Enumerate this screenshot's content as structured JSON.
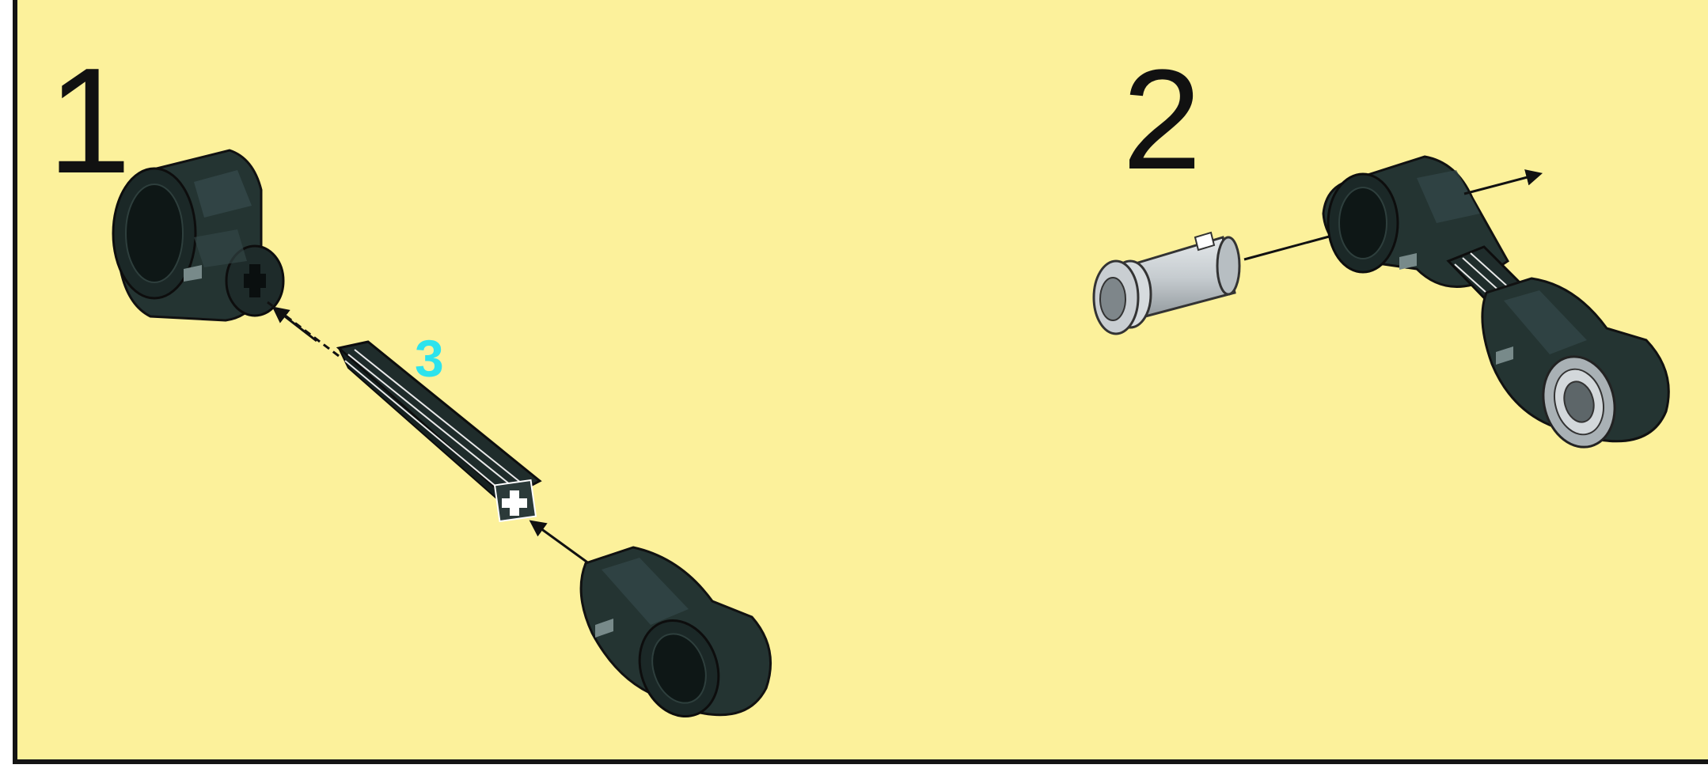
{
  "steps": [
    {
      "number": "1"
    },
    {
      "number": "2"
    }
  ],
  "parts": {
    "axle_length_label": "3"
  },
  "colors": {
    "background": "#fcf19b",
    "border": "#141414",
    "dark_part": "#243432",
    "axle": "#1f2c2b",
    "pin": "#c9ced2",
    "callout": "#2ee3ec"
  },
  "icons": [
    "axle-connector-icon",
    "axle-icon",
    "friction-pin-icon",
    "arrow-icon"
  ]
}
